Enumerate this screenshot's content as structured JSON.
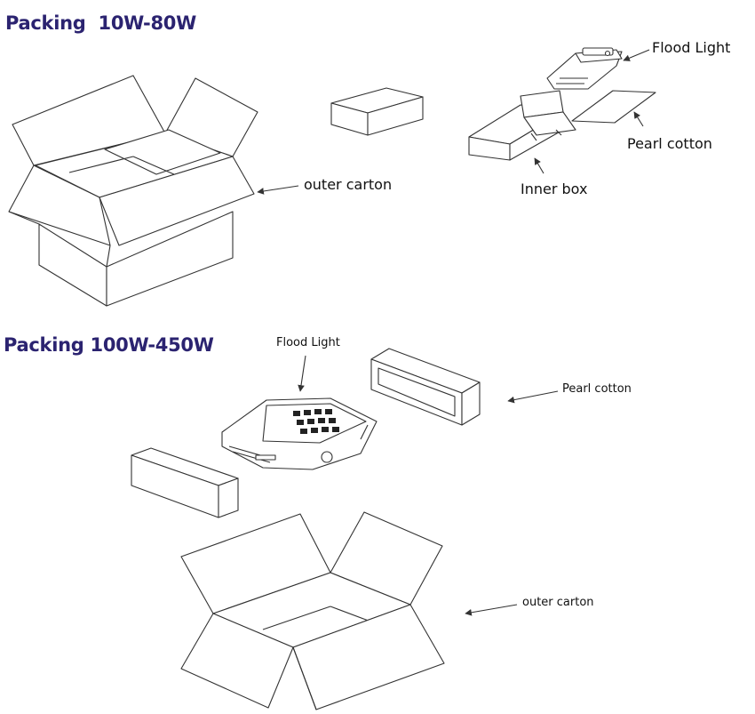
{
  "section_top": {
    "title": "Packing  10W-80W",
    "labels": {
      "flood_light": "Flood Light",
      "pearl_cotton": "Pearl cotton",
      "inner_box": "Inner box",
      "outer_carton": "outer carton"
    }
  },
  "section_bottom": {
    "title": "Packing 100W-450W",
    "labels": {
      "flood_light": "Flood Light",
      "pearl_cotton": "Pearl cotton",
      "outer_carton": "outer carton"
    }
  },
  "colors": {
    "title": "#2b2370",
    "line": "#333333"
  }
}
